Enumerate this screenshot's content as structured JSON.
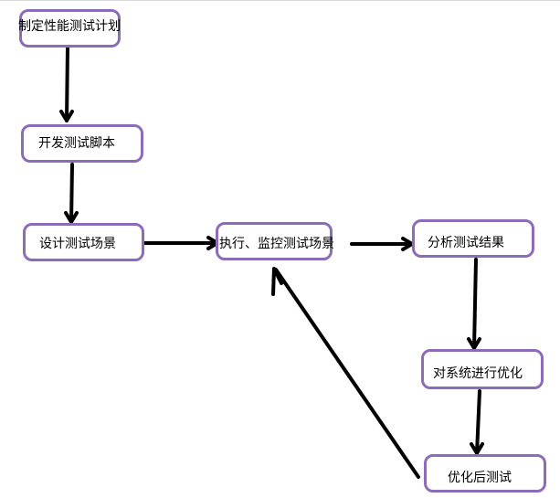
{
  "diagram": {
    "node_color": "#8c6bb8",
    "arrow_color": "#000000",
    "nodes": [
      {
        "id": "plan",
        "label": "制定性能测试计划"
      },
      {
        "id": "script",
        "label": "开发测试脚本"
      },
      {
        "id": "design",
        "label": "设计测试场景"
      },
      {
        "id": "execute",
        "label": "执行、监控测试场景"
      },
      {
        "id": "analyze",
        "label": "分析测试结果"
      },
      {
        "id": "optimize",
        "label": "对系统进行优化"
      },
      {
        "id": "retest",
        "label": "优化后测试"
      }
    ],
    "edges": [
      {
        "from": "plan",
        "to": "script"
      },
      {
        "from": "script",
        "to": "design"
      },
      {
        "from": "design",
        "to": "execute"
      },
      {
        "from": "execute",
        "to": "analyze"
      },
      {
        "from": "analyze",
        "to": "optimize"
      },
      {
        "from": "optimize",
        "to": "retest"
      },
      {
        "from": "retest",
        "to": "execute"
      }
    ]
  }
}
